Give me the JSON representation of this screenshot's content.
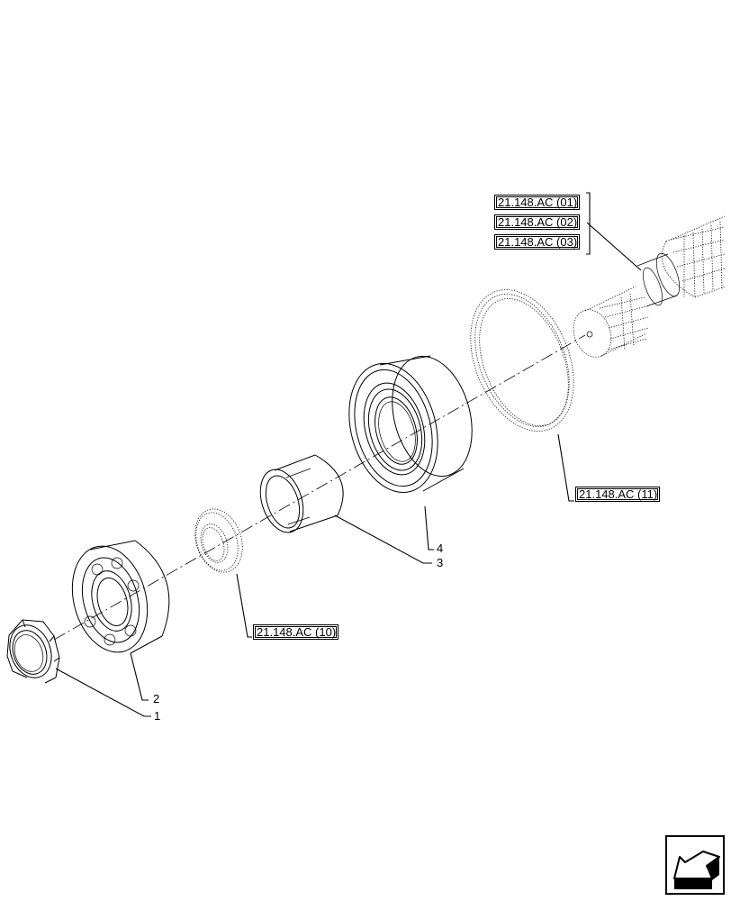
{
  "diagram": {
    "title": "Exploded parts view - shaft bearing assembly",
    "axis_line": "center-axis",
    "references": [
      {
        "id": "ref-01",
        "label": "21.148.AC (01)",
        "part": "shaft"
      },
      {
        "id": "ref-02",
        "label": "21.148.AC (02)",
        "part": "shaft"
      },
      {
        "id": "ref-03",
        "label": "21.148.AC (03)",
        "part": "shaft"
      },
      {
        "id": "ref-11",
        "label": "21.148.AC (11)",
        "part": "ring-seal"
      },
      {
        "id": "ref-10",
        "label": "21.148.AC (10)",
        "part": "washer"
      }
    ],
    "items": [
      {
        "number": "1",
        "part": "lock-nut"
      },
      {
        "number": "2",
        "part": "ball-bearing"
      },
      {
        "number": "3",
        "part": "spacer-sleeve"
      },
      {
        "number": "4",
        "part": "roller-bearing"
      }
    ],
    "navigation": {
      "icon": "previous-page-arrow-icon"
    },
    "colors": {
      "line": "#000000",
      "background": "#ffffff"
    }
  }
}
